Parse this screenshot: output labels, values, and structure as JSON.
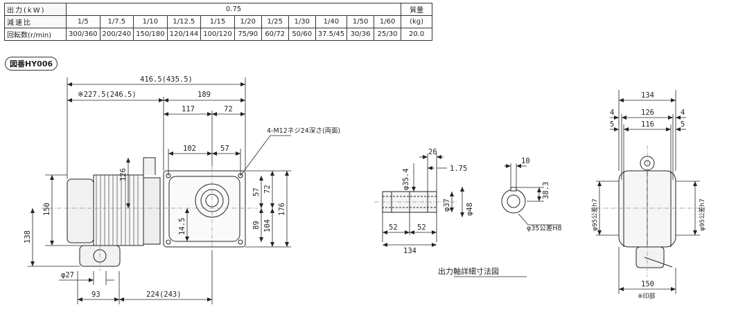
{
  "table": {
    "output_label": "出力(kW)",
    "output_value": "0.75",
    "mass_label": "質量",
    "ratio_label": "減速比",
    "mass_unit": "(kg)",
    "ratios": [
      "1/5",
      "1/7.5",
      "1/10",
      "1/12.5",
      "1/15",
      "1/20",
      "1/25",
      "1/30",
      "1/40",
      "1/50",
      "1/60"
    ],
    "speed_label": "回転数(r/min)",
    "speeds": [
      "300/360",
      "200/240",
      "150/180",
      "120/144",
      "100/120",
      "75/90",
      "60/72",
      "50/60",
      "37.5/45",
      "30/36",
      "25/30"
    ],
    "mass_value": "20.0"
  },
  "drawing_id": "図番HY006",
  "dims": {
    "d416": "416.5(435.5)",
    "d227": "※227.5(246.5)",
    "d189": "189",
    "d117": "117",
    "d72a": "72",
    "d102": "102",
    "d57a": "57",
    "d126v": "126",
    "d150v": "150",
    "d138v": "138",
    "d14": "14.5",
    "d57v": "57",
    "d72v": "72",
    "d89v": "89",
    "d104v": "104",
    "d176v": "176",
    "d27": "φ27",
    "d93": "93",
    "d224": "224(243)",
    "tap_note": "4-M12ネジ24深さ(両面)",
    "s26": "26",
    "s354": "φ35.4",
    "s175": "1.75",
    "s10": "10",
    "s383": "38.3",
    "s37": "φ37",
    "s48": "φ48",
    "s52a": "52",
    "s52b": "52",
    "s134": "134",
    "sbore": "φ35公差H8",
    "shaft_title": "出力軸詳細寸法図",
    "r134": "134",
    "r126": "126",
    "r116": "116",
    "r4a": "4",
    "r4b": "4",
    "r5a": "5",
    "r5b": "5",
    "r95a": "φ95公差h7",
    "r95b": "φ95公差h7",
    "r150": "150",
    "rnote": "※印部"
  }
}
